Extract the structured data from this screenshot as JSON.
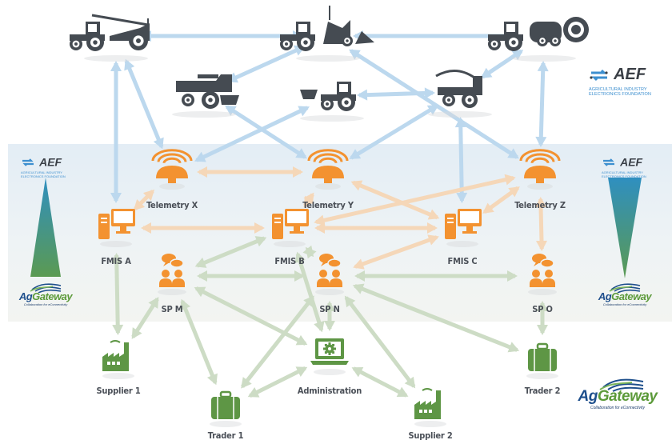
{
  "diagram": {
    "title": "Agricultural data exchange network",
    "colors": {
      "machine": "#454b52",
      "telemetry": "#f39230",
      "fmis": "#f39230",
      "service_provider": "#f39230",
      "business": "#5e9645",
      "machine_link": "#bcd8ee",
      "telemetry_link": "#f5d7b8",
      "business_link": "#cddcc5",
      "band": "#e6eef4",
      "label": "#4a4f57",
      "aef_blue": "#3d8fcf",
      "agg_blue": "#1e4f8c",
      "agg_green": "#5c9a3a"
    },
    "machines": [
      {
        "id": "sprayer",
        "type": "tractor-with-sprayer",
        "icon": "tractor-sprayer-icon"
      },
      {
        "id": "seeder",
        "type": "tractor-with-seeder",
        "icon": "tractor-seeder-icon"
      },
      {
        "id": "baler",
        "type": "tractor-with-baler",
        "icon": "tractor-baler-icon"
      },
      {
        "id": "combine",
        "type": "combine-harvester",
        "icon": "combine-harvester-icon"
      },
      {
        "id": "spreader",
        "type": "tractor-with-spreader",
        "icon": "tractor-spreader-icon"
      },
      {
        "id": "forage",
        "type": "forage-harvester",
        "icon": "forage-harvester-icon"
      }
    ],
    "telemetry": [
      {
        "id": "tx",
        "label": "Telemetry X",
        "icon": "telemetry-antenna-icon"
      },
      {
        "id": "ty",
        "label": "Telemetry Y",
        "icon": "telemetry-antenna-icon"
      },
      {
        "id": "tz",
        "label": "Telemetry Z",
        "icon": "telemetry-antenna-icon"
      }
    ],
    "fmis": [
      {
        "id": "fa",
        "label": "FMIS A",
        "icon": "computer-icon"
      },
      {
        "id": "fb",
        "label": "FMIS B",
        "icon": "computer-icon"
      },
      {
        "id": "fc",
        "label": "FMIS C",
        "icon": "computer-icon"
      }
    ],
    "service_providers": [
      {
        "id": "spm",
        "label": "SP M",
        "icon": "service-provider-icon"
      },
      {
        "id": "spn",
        "label": "SP N",
        "icon": "service-provider-icon"
      },
      {
        "id": "spo",
        "label": "SP O",
        "icon": "service-provider-icon"
      }
    ],
    "business": [
      {
        "id": "s1",
        "label": "Supplier 1",
        "icon": "factory-icon"
      },
      {
        "id": "s2",
        "label": "Supplier 2",
        "icon": "factory-icon"
      },
      {
        "id": "t1",
        "label": "Trader 1",
        "icon": "briefcase-icon"
      },
      {
        "id": "t2",
        "label": "Trader 2",
        "icon": "briefcase-icon"
      },
      {
        "id": "adm",
        "label": "Administration",
        "icon": "laptop-gear-icon"
      }
    ],
    "links": {
      "machine": [
        [
          "sprayer",
          "seeder"
        ],
        [
          "seeder",
          "baler"
        ],
        [
          "seeder",
          "combine"
        ],
        [
          "baler",
          "forage"
        ],
        [
          "spreader",
          "forage"
        ],
        [
          "sprayer",
          "fa"
        ],
        [
          "sprayer",
          "tx"
        ],
        [
          "combine",
          "ty"
        ],
        [
          "spreader",
          "tx"
        ],
        [
          "forage",
          "ty"
        ],
        [
          "seeder",
          "tz"
        ],
        [
          "forage",
          "fc"
        ],
        [
          "baler",
          "tz"
        ]
      ],
      "telemetry": [
        [
          "tx",
          "ty"
        ],
        [
          "tx",
          "fa"
        ],
        [
          "ty",
          "fb"
        ],
        [
          "ty",
          "fc"
        ],
        [
          "tz",
          "fb"
        ],
        [
          "tz",
          "fc"
        ],
        [
          "tz",
          "spo"
        ],
        [
          "fa",
          "fb"
        ],
        [
          "fb",
          "fc"
        ],
        [
          "fc",
          "spn"
        ]
      ],
      "business": [
        [
          "fa",
          "s1"
        ],
        [
          "spm",
          "fb"
        ],
        [
          "spm",
          "s1"
        ],
        [
          "spm",
          "t1"
        ],
        [
          "spm",
          "adm"
        ],
        [
          "fb",
          "adm"
        ],
        [
          "spn",
          "fb"
        ],
        [
          "spn",
          "adm"
        ],
        [
          "spn",
          "s2"
        ],
        [
          "spn",
          "t2"
        ],
        [
          "spn",
          "spo"
        ],
        [
          "spn",
          "spm"
        ],
        [
          "spo",
          "t2"
        ],
        [
          "adm",
          "t1"
        ],
        [
          "adm",
          "s2"
        ],
        [
          "spn",
          "t1"
        ]
      ]
    }
  },
  "logos": {
    "aef": {
      "word": "AEF",
      "line1": "Agricultural Industry",
      "line2": "Electronics Foundation"
    },
    "agg": {
      "word_a": "Ag",
      "word_b": "Gateway",
      "tagline": "Collaboration for eConnectivity"
    }
  }
}
